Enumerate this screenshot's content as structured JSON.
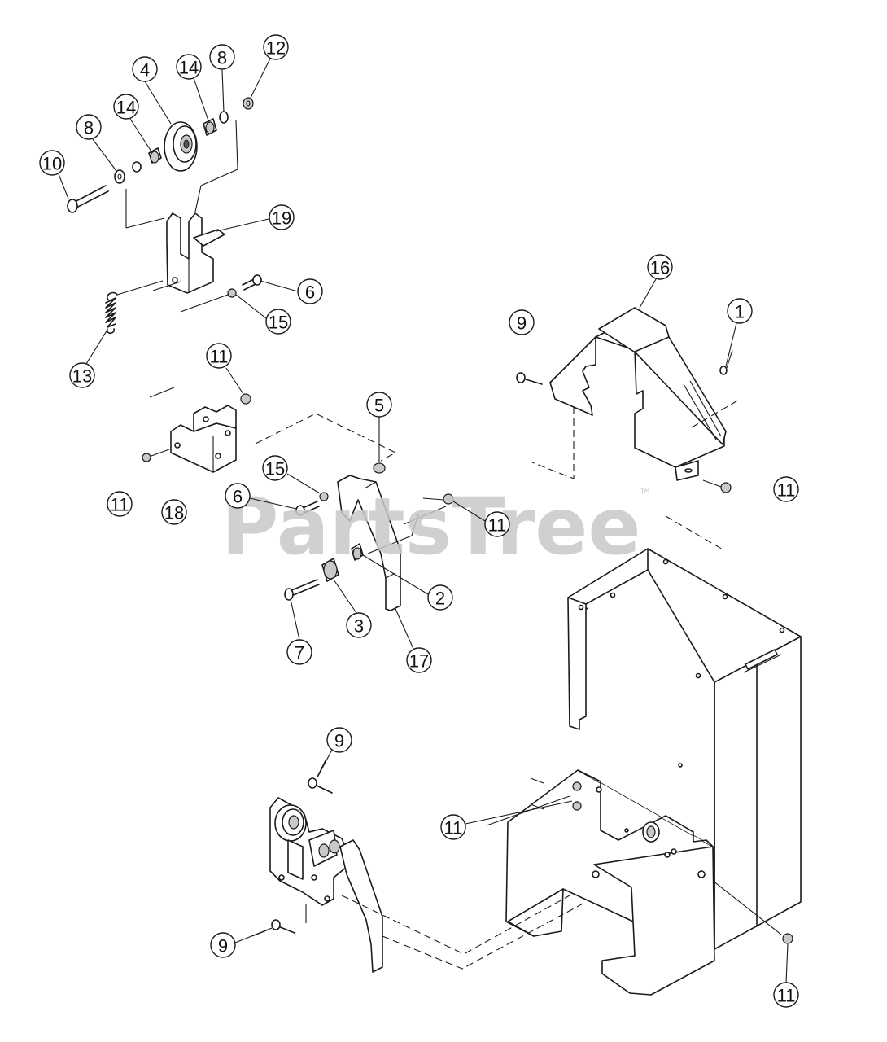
{
  "diagram": {
    "watermark": {
      "text": "PartsTree",
      "trademark": "™"
    },
    "callouts": [
      {
        "id": "c4",
        "label": "4"
      },
      {
        "id": "c14a",
        "label": "14"
      },
      {
        "id": "c8a",
        "label": "8"
      },
      {
        "id": "c12",
        "label": "12"
      },
      {
        "id": "c8b",
        "label": "8"
      },
      {
        "id": "c14b",
        "label": "14"
      },
      {
        "id": "c10",
        "label": "10"
      },
      {
        "id": "c19",
        "label": "19"
      },
      {
        "id": "c6a",
        "label": "6"
      },
      {
        "id": "c15a",
        "label": "15"
      },
      {
        "id": "c13",
        "label": "13"
      },
      {
        "id": "c16",
        "label": "16"
      },
      {
        "id": "c9a",
        "label": "9"
      },
      {
        "id": "c1",
        "label": "1"
      },
      {
        "id": "c11a",
        "label": "11"
      },
      {
        "id": "c5",
        "label": "5"
      },
      {
        "id": "c15b",
        "label": "15"
      },
      {
        "id": "c6b",
        "label": "6"
      },
      {
        "id": "c11b",
        "label": "11"
      },
      {
        "id": "c18",
        "label": "18"
      },
      {
        "id": "c11c",
        "label": "11"
      },
      {
        "id": "c11d",
        "label": "11"
      },
      {
        "id": "c2",
        "label": "2"
      },
      {
        "id": "c3",
        "label": "3"
      },
      {
        "id": "c7",
        "label": "7"
      },
      {
        "id": "c17",
        "label": "17"
      },
      {
        "id": "c9b",
        "label": "9"
      },
      {
        "id": "c11e",
        "label": "11"
      },
      {
        "id": "c9c",
        "label": "9"
      },
      {
        "id": "c11f",
        "label": "11"
      }
    ]
  }
}
